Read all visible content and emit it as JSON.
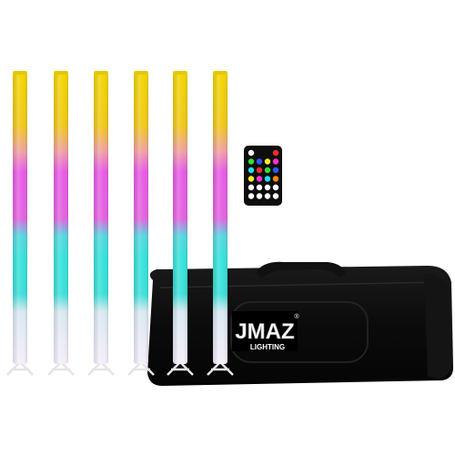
{
  "product_photo": {
    "subject": "led-pixel-tube-set",
    "tube_count": 6,
    "tube_colors": [
      "#f5d400",
      "#f09c9c",
      "#e659e6",
      "#3fe3dd",
      "#f4eaf8"
    ],
    "bag_logo": {
      "brand": "JMAZ",
      "sub": "LIGHTING",
      "registered": "®"
    },
    "remote_button_colors": [
      "#ffffff",
      "#ff2a2a",
      "#33dd33",
      "#3355ff",
      "#ffee22",
      "#ff33cc",
      "#22ddee",
      "#ff8800"
    ]
  }
}
